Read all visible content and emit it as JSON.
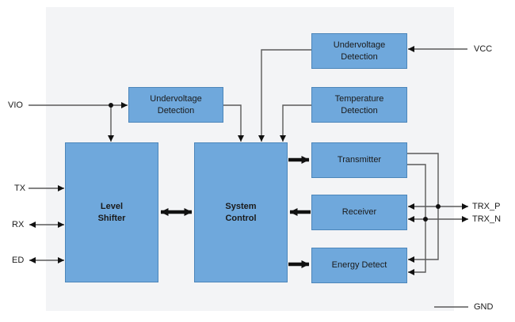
{
  "diagram": {
    "blocks": {
      "uv_left": {
        "label": "Undervoltage\nDetection"
      },
      "uv_right": {
        "label": "Undervoltage\nDetection"
      },
      "temperature": {
        "label": "Temperature\nDetection"
      },
      "level_shifter": {
        "label": "Level\nShifter"
      },
      "system_control": {
        "label": "System\nControl"
      },
      "transmitter": {
        "label": "Transmitter"
      },
      "receiver": {
        "label": "Receiver"
      },
      "energy_detect": {
        "label": "Energy Detect"
      }
    },
    "pins": {
      "vio": "VIO",
      "tx": "TX",
      "rx": "RX",
      "ed": "ED",
      "vcc": "VCC",
      "trx_p": "TRX_P",
      "trx_n": "TRX_N",
      "gnd": "GND"
    },
    "colors": {
      "block_fill": "#6FA8DC",
      "block_border": "#4C86BA",
      "panel_background": "#F3F4F6",
      "line": "#5A5A5A",
      "arrow": "#111111"
    }
  }
}
